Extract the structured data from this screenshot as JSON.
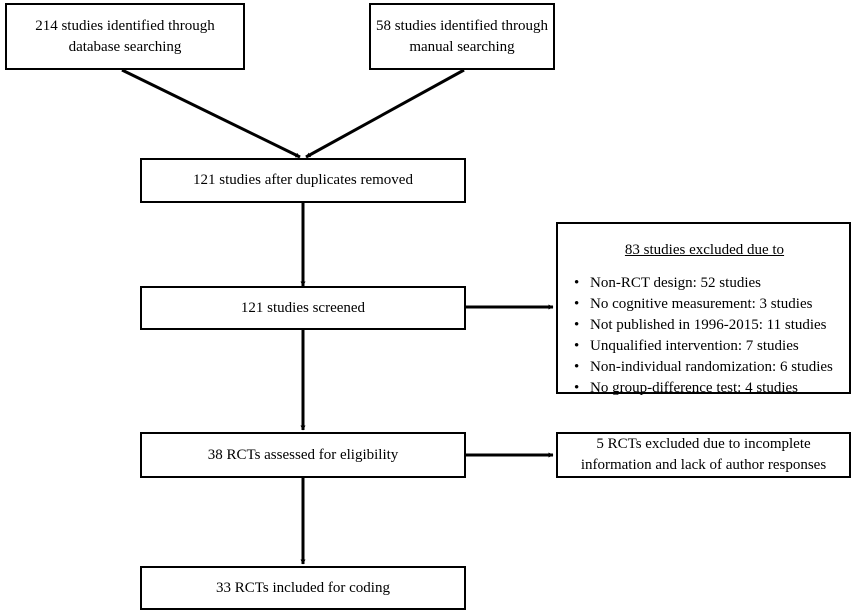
{
  "boxes": {
    "database": {
      "line1": "214 studies identified through",
      "line2": "database searching"
    },
    "manual": {
      "line1": "58 studies identified through",
      "line2": "manual searching"
    },
    "dedup": "121 studies after duplicates removed",
    "screened": "121 studies screened",
    "assessed": "38 RCTs assessed for eligibility",
    "included": "33 RCTs included for coding",
    "excluded_screening": {
      "title": "83 studies excluded due to",
      "items": [
        "Non-RCT design: 52 studies",
        "No cognitive measurement: 3 studies",
        "Not published in 1996-2015: 11 studies",
        "Unqualified intervention: 7 studies",
        "Non-individual randomization: 6 studies",
        "No group-difference test: 4 studies"
      ]
    },
    "excluded_eligibility": {
      "line1": "5 RCTs excluded due to incomplete",
      "line2": "information and lack of author responses"
    }
  }
}
